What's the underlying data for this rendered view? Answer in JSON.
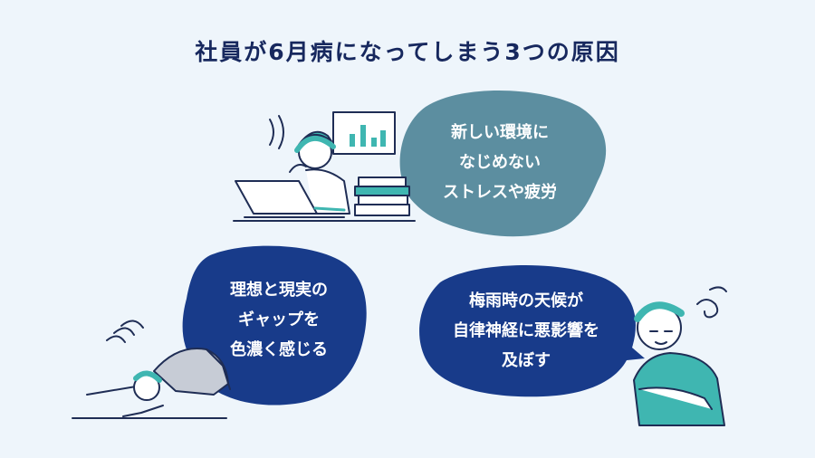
{
  "title": "社員が6月病になってしまう3つの原因",
  "colors": {
    "background": "#eef5fb",
    "title": "#17285e",
    "bubble_teal": "#5c8ea0",
    "bubble_navy": "#183b8a",
    "accent_teal": "#3fb6b1",
    "line": "#1f2d55"
  },
  "causes": [
    {
      "lines": [
        "新しい環境に",
        "なじめない",
        "ストレスや疲労"
      ]
    },
    {
      "lines": [
        "理想と現実の",
        "ギャップを",
        "色濃く感じる"
      ]
    },
    {
      "lines": [
        "梅雨時の天候が",
        "自律神経に悪影響を",
        "及ぼす"
      ]
    }
  ]
}
